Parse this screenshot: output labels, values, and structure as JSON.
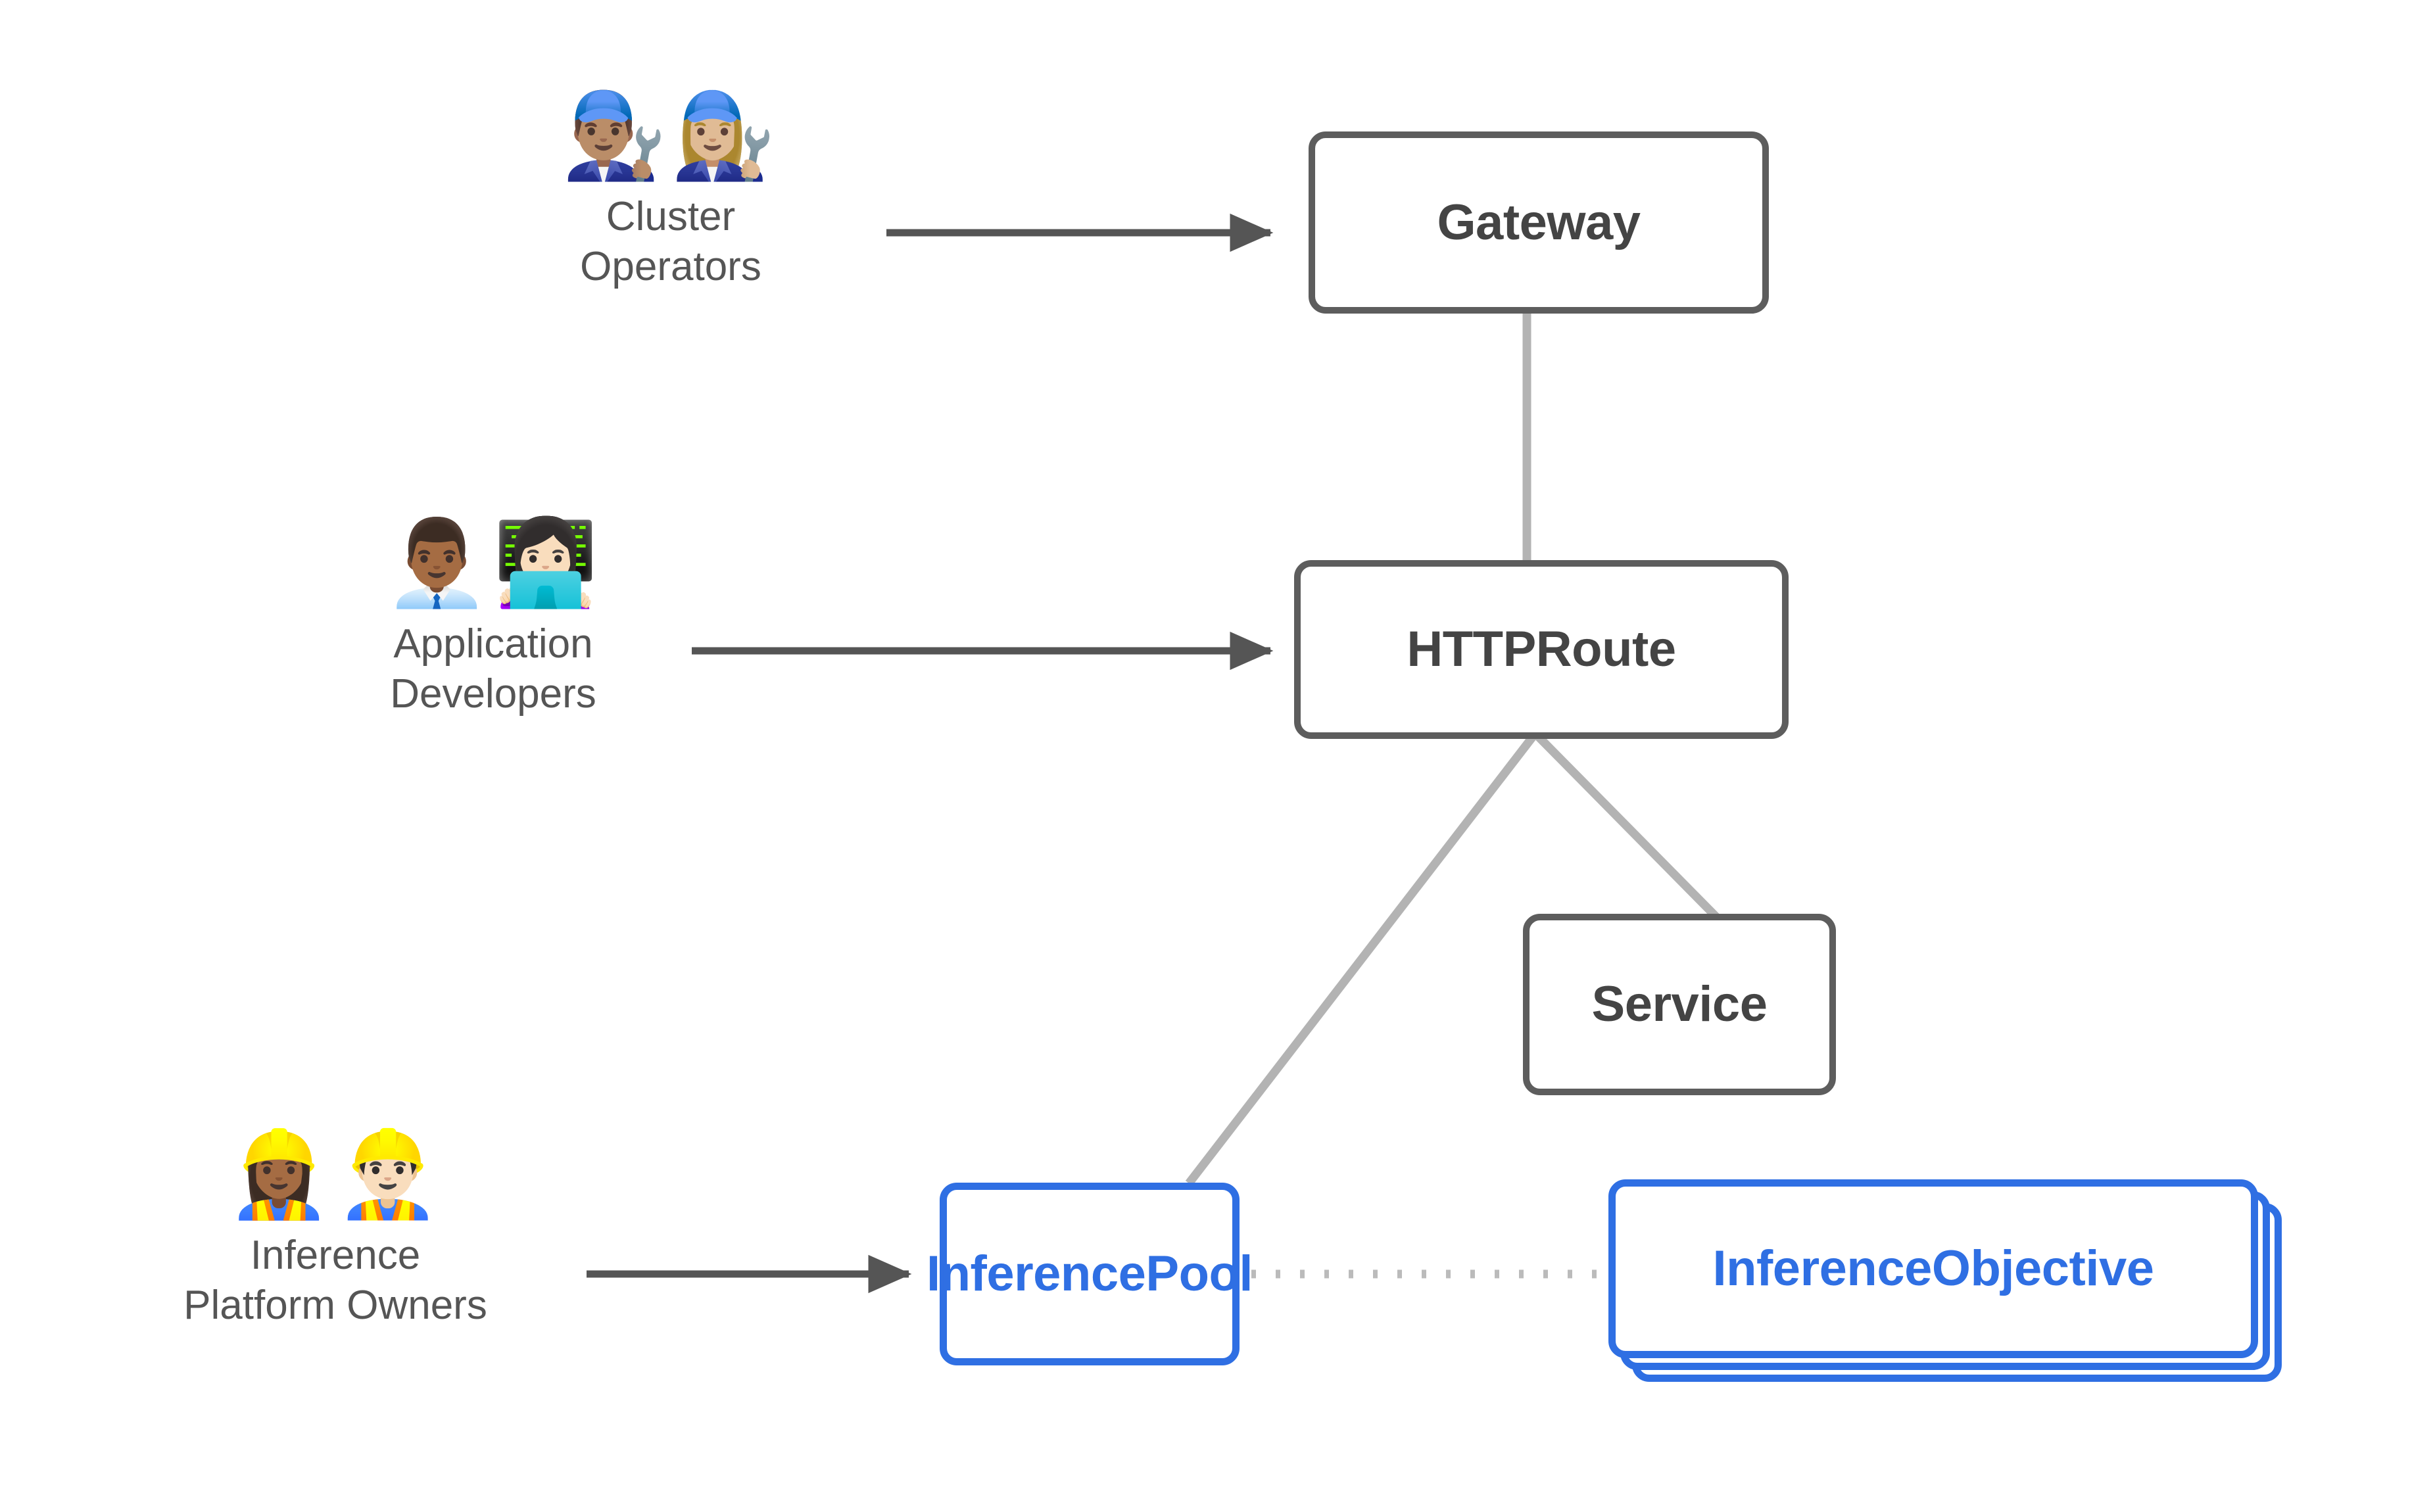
{
  "diagram": {
    "title": "Gateway API Inference Extension resource model",
    "background_color": "#ffffff",
    "colors": {
      "box_border_gray": "#5d5d5d",
      "box_text_gray": "#444444",
      "box_border_blue": "#2f6fe3",
      "box_text_blue": "#2f6fe3",
      "arrow_gray": "#555555",
      "connector_gray": "#b3b3b3",
      "dotted_gray": "#bbbbbb",
      "persona_label_gray": "#555555"
    },
    "personas": [
      {
        "id": "cluster-operators",
        "label": "Cluster\nOperators",
        "emojis": "👨🏽‍🔧👩🏼‍🔧",
        "icon_names": [
          "man-mechanic-icon",
          "woman-mechanic-icon"
        ],
        "connects_to": "Gateway"
      },
      {
        "id": "application-developers",
        "label": "Application\nDevelopers",
        "emojis": "👨🏾‍💼👩🏻‍💻",
        "icon_names": [
          "man-office-worker-icon",
          "woman-technologist-icon"
        ],
        "connects_to": "HTTPRoute"
      },
      {
        "id": "inference-platform-owners",
        "label": "Inference\nPlatform Owners",
        "emojis": "👷🏾‍♀️👷🏻‍♂️",
        "icon_names": [
          "woman-construction-worker-icon",
          "man-construction-worker-icon"
        ],
        "connects_to": "InferencePool"
      }
    ],
    "nodes": [
      {
        "id": "gateway",
        "label": "Gateway",
        "style": "gray"
      },
      {
        "id": "httproute",
        "label": "HTTPRoute",
        "style": "gray"
      },
      {
        "id": "service",
        "label": "Service",
        "style": "gray"
      },
      {
        "id": "inferencepool",
        "label": "InferencePool",
        "style": "blue"
      },
      {
        "id": "inferenceobjective",
        "label": "InferenceObjective",
        "style": "blue",
        "stacked": true,
        "stack_count": 3
      }
    ],
    "edges": [
      {
        "from": "cluster-operators",
        "to": "gateway",
        "kind": "arrow"
      },
      {
        "from": "application-developers",
        "to": "httproute",
        "kind": "arrow"
      },
      {
        "from": "inference-platform-owners",
        "to": "inferencepool",
        "kind": "arrow"
      },
      {
        "from": "gateway",
        "to": "httproute",
        "kind": "line"
      },
      {
        "from": "httproute",
        "to": "service",
        "kind": "line"
      },
      {
        "from": "httproute",
        "to": "inferencepool",
        "kind": "line"
      },
      {
        "from": "inferencepool",
        "to": "inferenceobjective",
        "kind": "dotted"
      }
    ]
  }
}
